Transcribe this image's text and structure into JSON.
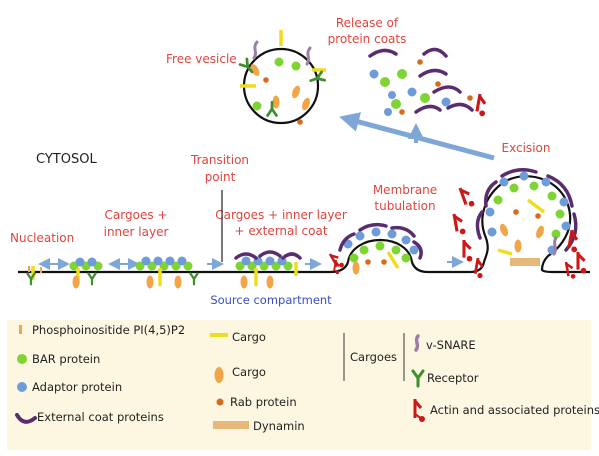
{
  "labels": {
    "cytosol": "CYTOSOL",
    "free_vesicle": "Free vesicle",
    "release_line1": "Release of",
    "release_line2": "protein coats",
    "excision": "Excision",
    "transition_line1": "Transition",
    "transition_line2": "point",
    "membrane_line1": "Membrane",
    "membrane_line2": "tubulation",
    "nucleation": "Nucleation",
    "cargoes_inner_line1": "Cargoes +",
    "cargoes_inner_line2": "inner layer",
    "cargoes_ext_line1": "Cargoes + inner layer",
    "cargoes_ext_line2": "+ external coat",
    "source": "Source compartment"
  },
  "legend": {
    "phosphoinositide": "Phosphoinositide PI(4,5)P2",
    "bar": "BAR protein",
    "adaptor": "Adaptor protein",
    "external_coat": "External coat proteins",
    "cargo_bar": "Cargo",
    "cargo_oval": "Cargo",
    "rab": "Rab protein",
    "dynamin": "Dynamin",
    "cargoes": "Cargoes",
    "vsnare": "v-SNARE",
    "receptor": "Receptor",
    "actin": "Actin and associated proteins"
  },
  "colors": {
    "label_red": "#e0443e",
    "source_blue": "#3a4ec0",
    "legend_bg": "#fdf7e1",
    "bar_green": "#7ed433",
    "adaptor_blue": "#6f9cd8",
    "coat_purple": "#5a2e6e",
    "cargo_yellow": "#f0dd1a",
    "cargo_orange": "#f2a548",
    "rab_orange": "#d86a1c",
    "dynamin_tan": "#e6b97a",
    "vsnare_mauve": "#9c7fa8",
    "receptor_green": "#3f8f2c",
    "actin_red": "#cc1818",
    "arrow_blue": "#7ea6d6"
  }
}
